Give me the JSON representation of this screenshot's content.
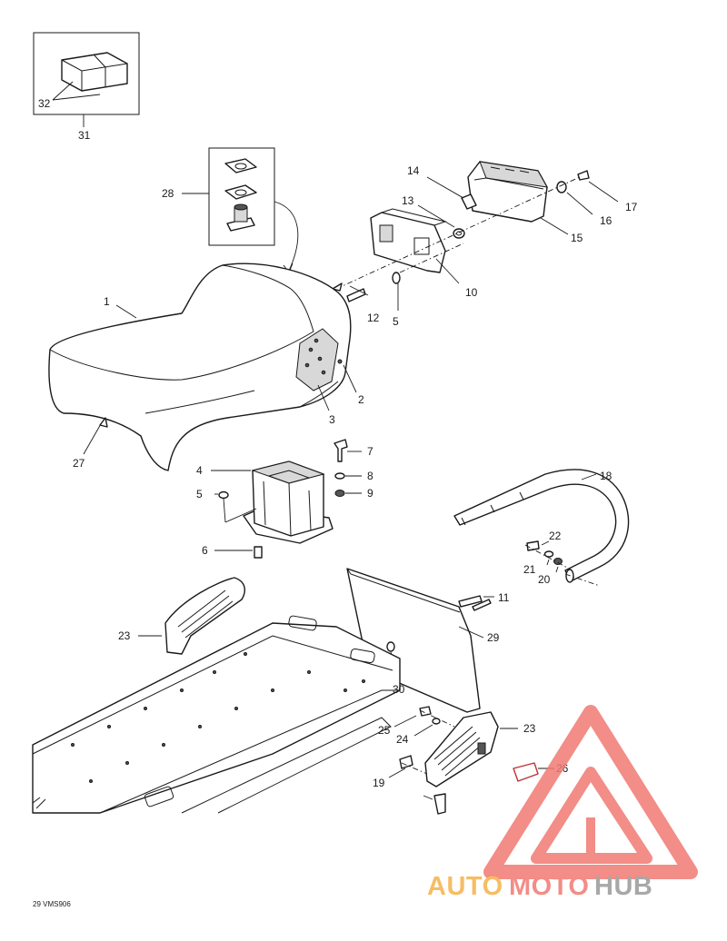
{
  "callouts": [
    {
      "id": "32",
      "label": "32"
    },
    {
      "id": "31",
      "label": "31"
    },
    {
      "id": "28",
      "label": "28"
    },
    {
      "id": "14",
      "label": "14"
    },
    {
      "id": "13",
      "label": "13"
    },
    {
      "id": "17",
      "label": "17"
    },
    {
      "id": "16",
      "label": "16"
    },
    {
      "id": "15",
      "label": "15"
    },
    {
      "id": "10",
      "label": "10"
    },
    {
      "id": "12",
      "label": "12"
    },
    {
      "id": "5a",
      "label": "5"
    },
    {
      "id": "1",
      "label": "1"
    },
    {
      "id": "2",
      "label": "2"
    },
    {
      "id": "3",
      "label": "3"
    },
    {
      "id": "27",
      "label": "27"
    },
    {
      "id": "7",
      "label": "7"
    },
    {
      "id": "8",
      "label": "8"
    },
    {
      "id": "9",
      "label": "9"
    },
    {
      "id": "4",
      "label": "4"
    },
    {
      "id": "5b",
      "label": "5"
    },
    {
      "id": "6",
      "label": "6"
    },
    {
      "id": "18",
      "label": "18"
    },
    {
      "id": "22",
      "label": "22"
    },
    {
      "id": "21",
      "label": "21"
    },
    {
      "id": "20",
      "label": "20"
    },
    {
      "id": "11",
      "label": "11"
    },
    {
      "id": "23a",
      "label": "23"
    },
    {
      "id": "29",
      "label": "29"
    },
    {
      "id": "30",
      "label": "30"
    },
    {
      "id": "25",
      "label": "25"
    },
    {
      "id": "24",
      "label": "24"
    },
    {
      "id": "23b",
      "label": "23"
    },
    {
      "id": "26",
      "label": "26"
    },
    {
      "id": "19",
      "label": "19"
    }
  ],
  "drawing_code": "29 VMS906",
  "watermark": {
    "part1": "AUTO",
    "part2": "MOTO",
    "part3": "HUB",
    "color_red": "#f07a73",
    "color_orange": "#f5b24a",
    "color_gray": "#9a9a9a"
  },
  "icons": [
    "warning-triangle-logo-icon"
  ]
}
